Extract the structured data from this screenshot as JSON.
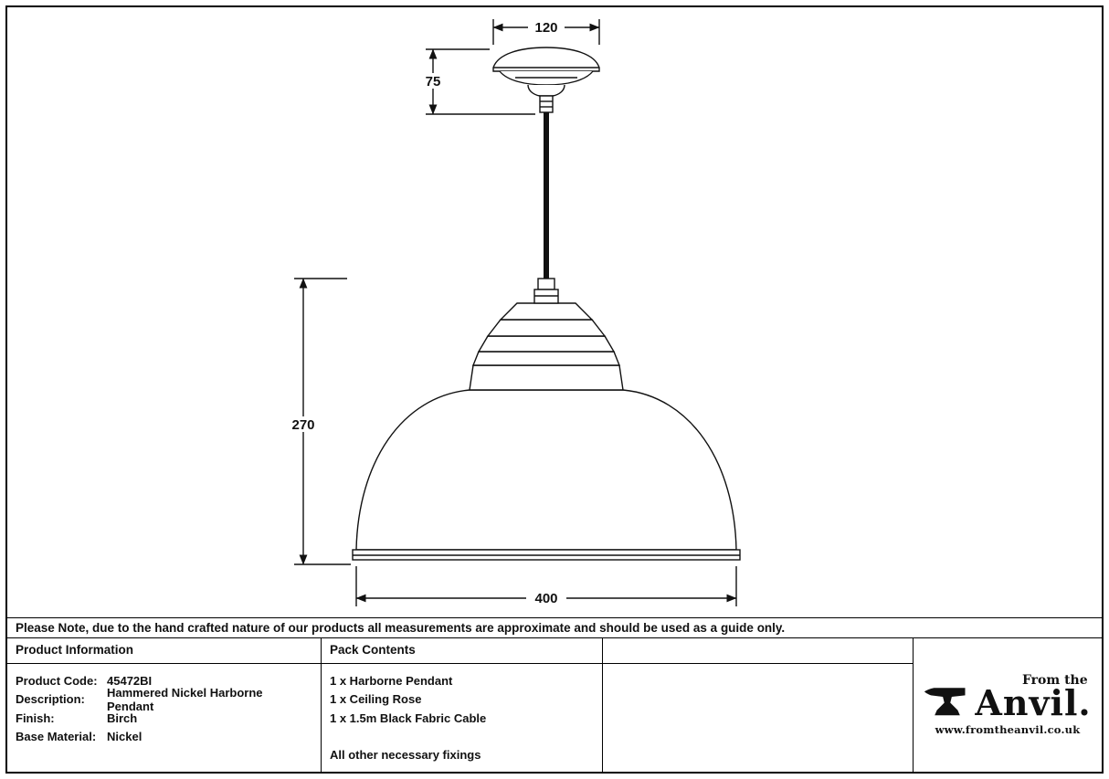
{
  "drawing": {
    "dimensions": {
      "rose_width": "120",
      "rose_height": "75",
      "pendant_height": "270",
      "shade_width": "400"
    }
  },
  "note": "Please Note, due to the hand crafted nature of our products all measurements are approximate and should be used as a guide only.",
  "product_info": {
    "header": "Product Information",
    "rows": [
      {
        "label": "Product Code:",
        "value": "45472BI"
      },
      {
        "label": "Description:",
        "value": "Hammered Nickel Harborne Pendant"
      },
      {
        "label": "Finish:",
        "value": "Birch"
      },
      {
        "label": "Base Material:",
        "value": "Nickel"
      }
    ]
  },
  "pack_contents": {
    "header": "Pack Contents",
    "items": [
      "1 x Harborne Pendant",
      "1 x Ceiling Rose",
      "1 x 1.5m Black Fabric Cable"
    ],
    "footer": "All other necessary fixings"
  },
  "brand": {
    "tagline": "From the",
    "name": "Anvil.",
    "website": "www.fromtheanvil.co.uk"
  }
}
